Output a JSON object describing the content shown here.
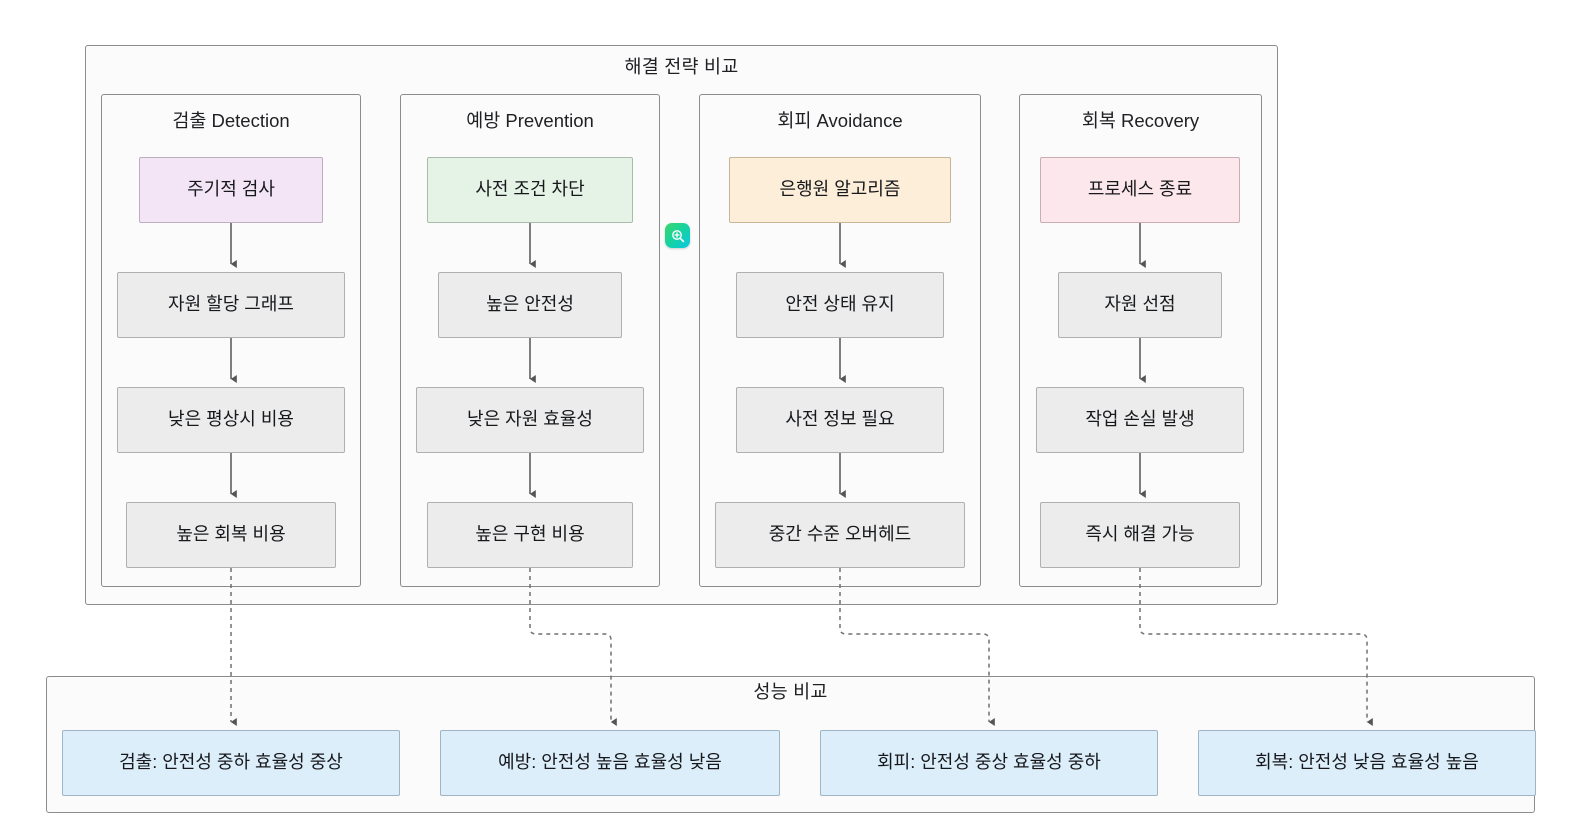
{
  "diagram": {
    "top_section": {
      "title": "해결 전략 비교",
      "columns": [
        {
          "title": "검출 Detection",
          "nodes": [
            {
              "label": "주기적 검사",
              "style": "purple"
            },
            {
              "label": "자원 할당 그래프",
              "style": "grey"
            },
            {
              "label": "낮은 평상시 비용",
              "style": "grey"
            },
            {
              "label": "높은 회복 비용",
              "style": "grey"
            }
          ]
        },
        {
          "title": "예방 Prevention",
          "nodes": [
            {
              "label": "사전 조건 차단",
              "style": "green"
            },
            {
              "label": "높은 안전성",
              "style": "grey"
            },
            {
              "label": "낮은 자원 효율성",
              "style": "grey"
            },
            {
              "label": "높은 구현 비용",
              "style": "grey"
            }
          ]
        },
        {
          "title": "회피 Avoidance",
          "nodes": [
            {
              "label": "은행원 알고리즘",
              "style": "orange"
            },
            {
              "label": "안전 상태 유지",
              "style": "grey"
            },
            {
              "label": "사전 정보 필요",
              "style": "grey"
            },
            {
              "label": "중간 수준 오버헤드",
              "style": "grey"
            }
          ]
        },
        {
          "title": "회복 Recovery",
          "nodes": [
            {
              "label": "프로세스 종료",
              "style": "pink"
            },
            {
              "label": "자원 선점",
              "style": "grey"
            },
            {
              "label": "작업 손실 발생",
              "style": "grey"
            },
            {
              "label": "즉시 해결 가능",
              "style": "grey"
            }
          ]
        }
      ]
    },
    "bottom_section": {
      "title": "성능 비교",
      "nodes": [
        {
          "label": "검출: 안전성 중하 효율성 중상",
          "style": "blue"
        },
        {
          "label": "예방: 안전성 높음 효율성 낮음",
          "style": "blue"
        },
        {
          "label": "회피: 안전성 중상 효율성 중하",
          "style": "blue"
        },
        {
          "label": "회복: 안전성 낮음 효율성 높음",
          "style": "blue"
        }
      ]
    },
    "overlay_icon": {
      "name": "zoom-in-magnifier-icon",
      "glyph": "⌕"
    },
    "colors": {
      "frame_border": "#8c8c8c",
      "frame_bg": "#fbfbfb",
      "node_grey": "#ececec",
      "node_purple": "#f3e5f6",
      "node_green": "#e5f3e6",
      "node_orange": "#fdeed9",
      "node_pink": "#fce8ec",
      "node_blue": "#ddeefb",
      "arrow": "#555555",
      "badge_gradient_start": "#3fd66a",
      "badge_gradient_end": "#0bc7e4"
    }
  }
}
